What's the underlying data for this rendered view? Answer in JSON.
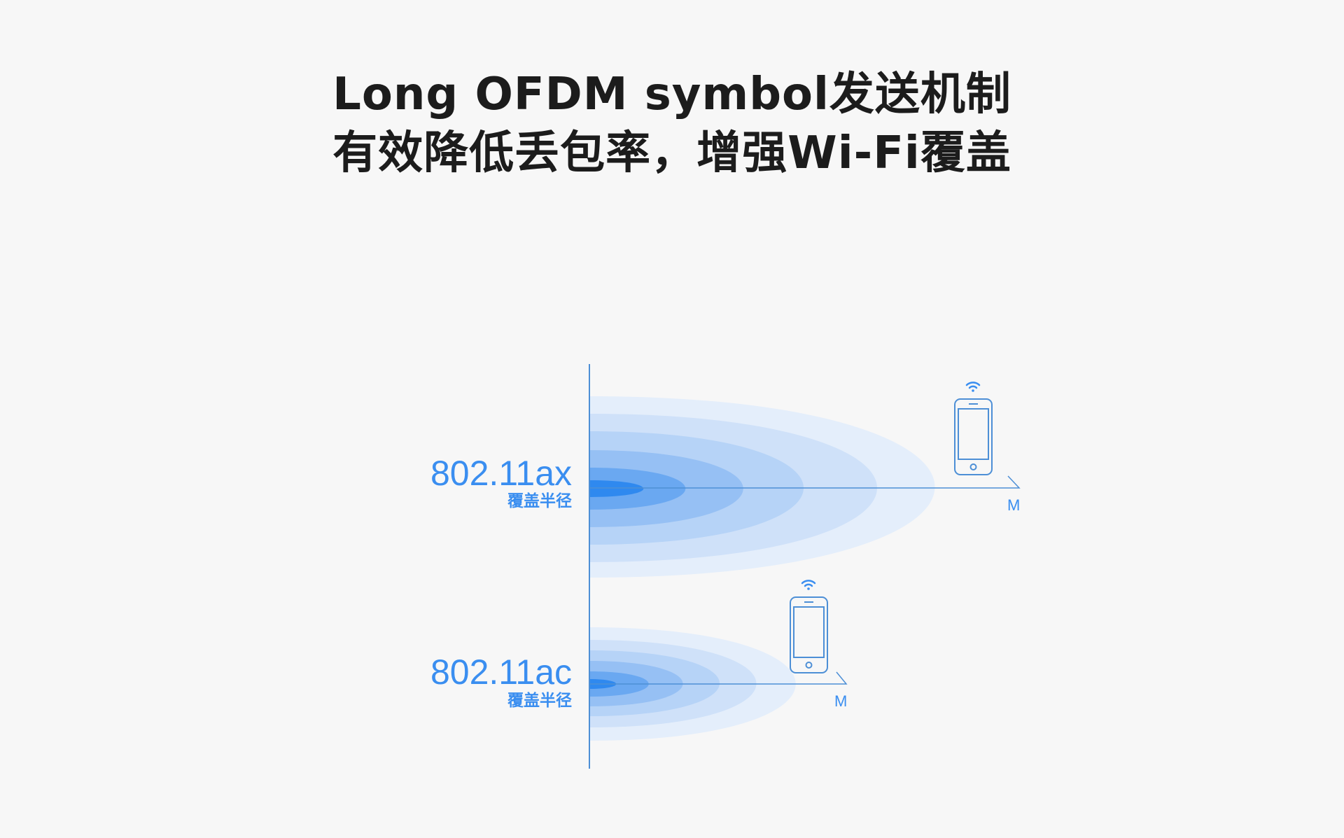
{
  "title": {
    "line1": "Long OFDM symbol发送机制",
    "line2": "有效降低丢包率，增强Wi-Fi覆盖"
  },
  "rows": [
    {
      "standard": "802.11ax",
      "caption": "覆盖半径",
      "unit": "M"
    },
    {
      "standard": "802.11ac",
      "caption": "覆盖半径",
      "unit": "M"
    }
  ],
  "icons": {
    "device": "smartphone-icon",
    "signal": "wifi-icon"
  },
  "colors": {
    "accent": "#3a8ef0",
    "wave_light": "#e3eefc",
    "wave_dark": "#2d87f0",
    "axis": "#4d8fd6",
    "title": "#1c1c1c"
  }
}
